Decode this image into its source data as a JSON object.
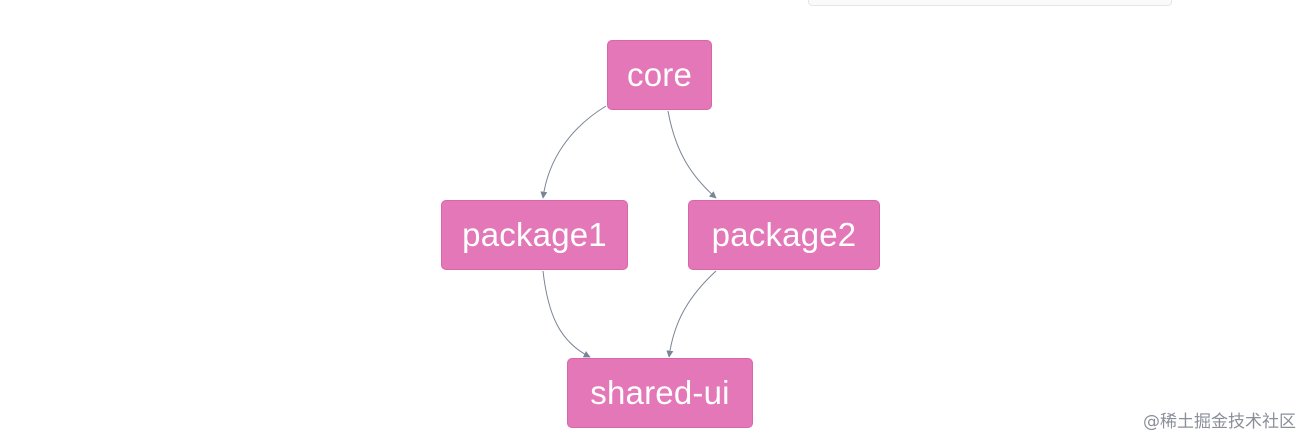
{
  "nodes": {
    "core": "core",
    "package1": "package1",
    "package2": "package2",
    "shared_ui": "shared-ui"
  },
  "edges": [
    {
      "from": "core",
      "to": "package1"
    },
    {
      "from": "core",
      "to": "package2"
    },
    {
      "from": "package1",
      "to": "shared-ui"
    },
    {
      "from": "package2",
      "to": "shared-ui"
    }
  ],
  "colors": {
    "node_fill": "#e377b7",
    "node_text": "#ffffff",
    "edge": "#7a8494"
  },
  "watermark": "@稀土掘金技术社区"
}
